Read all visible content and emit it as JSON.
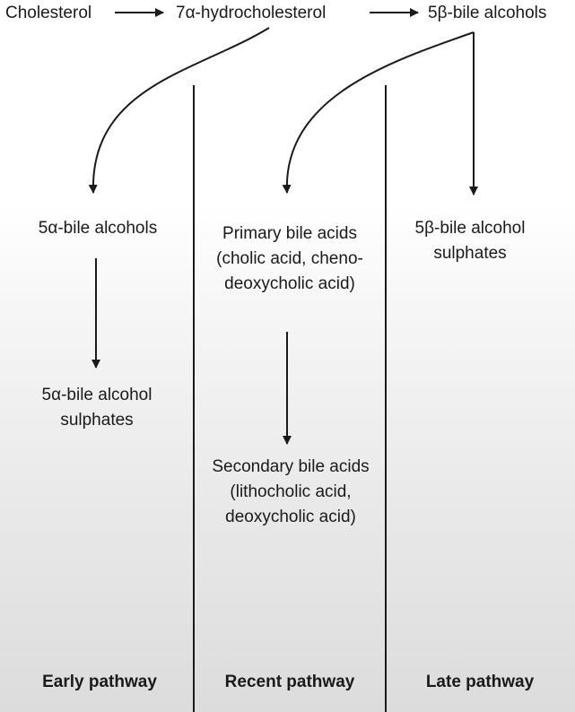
{
  "top_row": {
    "cholesterol": "Cholesterol",
    "hydroxy": "7α-hydrocholesterol",
    "beta_alcohols": "5β-bile alcohols"
  },
  "early": {
    "alpha_alcohols": "5α-bile alcohols",
    "alpha_sulphates_l1": "5α-bile alcohol",
    "alpha_sulphates_l2": "sulphates",
    "footer": "Early pathway"
  },
  "recent": {
    "primary_l1": "Primary bile acids",
    "primary_l2": "(cholic acid, cheno-",
    "primary_l3": "deoxycholic acid)",
    "secondary_l1": "Secondary bile acids",
    "secondary_l2": "(lithocholic acid,",
    "secondary_l3": "deoxycholic acid)",
    "footer": "Recent pathway"
  },
  "late": {
    "beta_sulphates_l1": "5β-bile alcohol",
    "beta_sulphates_l2": "sulphates",
    "footer": "Late pathway"
  }
}
